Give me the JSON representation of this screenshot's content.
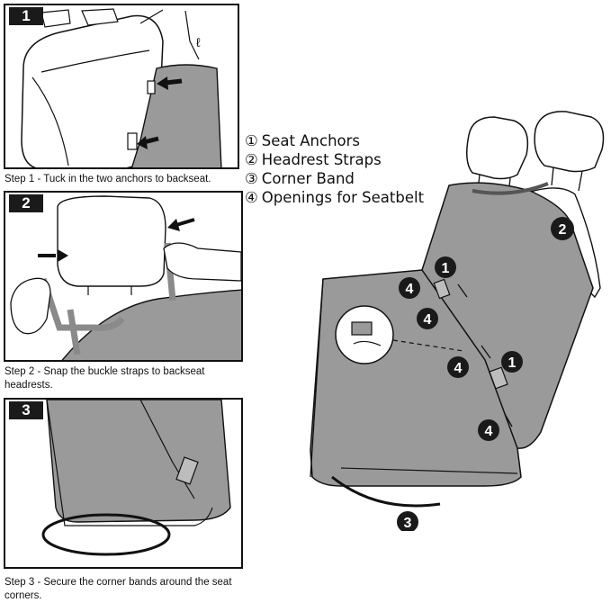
{
  "steps": [
    {
      "number": "1",
      "caption": "Step 1 - Tuck in the two anchors to backseat."
    },
    {
      "number": "2",
      "caption": "Step 2 - Snap the buckle straps to backseat headrests."
    },
    {
      "number": "3",
      "caption": "Step 3 - Secure the corner bands around the seat corners."
    }
  ],
  "legend": [
    {
      "mark": "①",
      "label": "Seat Anchors"
    },
    {
      "mark": "②",
      "label": "Headrest Straps"
    },
    {
      "mark": "③",
      "label": "Corner Band"
    },
    {
      "mark": "④",
      "label": "Openings for Seatbelt"
    }
  ],
  "callouts": {
    "anchor": "1",
    "strap": "2",
    "band": "3",
    "opening": "4"
  },
  "colors": {
    "cover_gray": "#9a9a9a",
    "line": "#111111",
    "badge": "#1a1a1a"
  }
}
